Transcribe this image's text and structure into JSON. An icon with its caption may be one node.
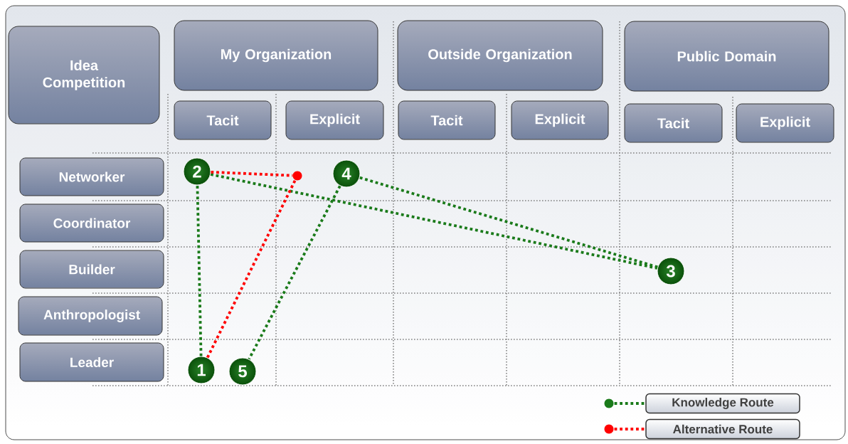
{
  "diagram": {
    "nodes": [
      {
        "text": [
          "Idea Competition"
        ]
      },
      {
        "text": [
          "My Organization"
        ]
      },
      {
        "text": [
          "Outside Organization"
        ]
      },
      {
        "text": [
          "Public Domain"
        ]
      },
      {
        "text": [
          "Tacit"
        ]
      },
      {
        "text": [
          "Explicit"
        ]
      },
      {
        "text": [
          "Tacit"
        ]
      },
      {
        "text": [
          "Explicit"
        ]
      },
      {
        "text": [
          "Tacit"
        ]
      },
      {
        "text": [
          "Explicit"
        ]
      },
      {
        "text": [
          "Networker"
        ]
      },
      {
        "text": [
          "Coordinator"
        ]
      },
      {
        "text": [
          "Builder"
        ]
      },
      {
        "text": [
          "Anthropologist"
        ]
      },
      {
        "text": [
          "Leader"
        ]
      },
      {
        "text": [
          "2"
        ]
      },
      {
        "text": [],
        "shape": "circle"
      },
      {
        "text": [
          "4"
        ]
      },
      {
        "text": [
          "3"
        ]
      },
      {
        "text": [
          "1"
        ]
      },
      {
        "text": [
          "5"
        ]
      }
    ],
    "edges": [
      {
        "from": 19,
        "to": 15,
        "arrow": "none"
      },
      {
        "from": 15,
        "to": 18,
        "arrow": "none"
      },
      {
        "from": 18,
        "to": 17,
        "arrow": "none"
      },
      {
        "from": 17,
        "to": 20,
        "arrow": "none"
      },
      {
        "from": 19,
        "to": 16,
        "arrow": "none",
        "color": "#ff0000"
      },
      {
        "from": 15,
        "to": 16,
        "arrow": "none",
        "color": "#ff0000"
      }
    ],
    "legend": [
      {
        "text": "Knowledge Route",
        "color": "#1a7a1a"
      },
      {
        "text": "Alternative Route",
        "color": "#ff0000"
      }
    ]
  }
}
